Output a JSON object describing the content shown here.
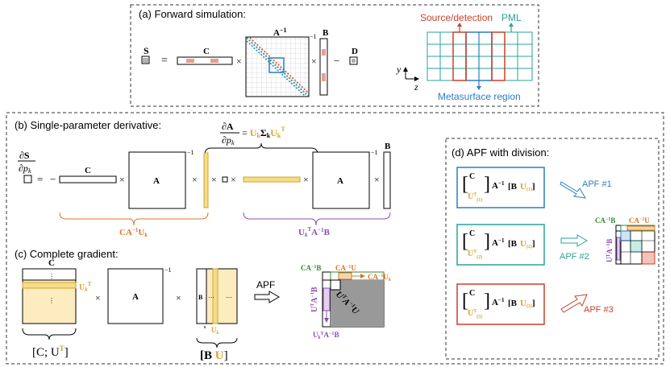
{
  "panel_a": {
    "title": "(a)   Forward simulation:",
    "S": "S",
    "eq": "=",
    "C": "C",
    "times": "×",
    "Ainv": "A",
    "inv_sup": "−1",
    "B": "B",
    "minus": "−",
    "D": "D",
    "source_label": "Source/detection",
    "pml_label": "PML",
    "meta_label": "Metasurface region",
    "axis_y": "y",
    "axis_z": "z"
  },
  "panel_b": {
    "title": "(b)   Single-parameter derivative:",
    "dS": "∂S",
    "dp": "∂p",
    "dA": "∂A",
    "dp2": "∂p",
    "k": "k",
    "deriv_rhs": "= U",
    "eq": "=",
    "minus": "−",
    "C": "C",
    "A": "A",
    "B": "B",
    "inv_sup": "−1",
    "times": "×",
    "bracket_left": "CA",
    "bracket_right": "U",
    "colors": {
      "orange": "#d9742b",
      "purple": "#8a4fb0",
      "gold": "#d7a52a"
    }
  },
  "panel_c": {
    "title": "(c)   Complete gradient:",
    "ukT": "U",
    "A": "A",
    "B": "B",
    "inv_sup": "−1",
    "times": "×",
    "Uk": "U",
    "bottom_left": "[C;  U",
    "bottom_left_T": "T",
    "bottom_left_close": "]",
    "bottom_right": "[B  ",
    "bottom_right_U": "U",
    "bottom_right_close": "]",
    "apf": "APF",
    "top_left_label": "CA",
    "top_right_label": "CA",
    "side_label": "CA",
    "vert_label": "U",
    "diag_label": "U",
    "bottom_label": "U"
  },
  "panel_d": {
    "title": "(d)   APF with division:",
    "rows": [
      {
        "C": "C",
        "U": "U",
        "sub": "(1)",
        "A": "A",
        "B": "[B",
        "Usub": "U",
        "close": "]",
        "apf": "APF #1"
      },
      {
        "C": "C",
        "U": "U",
        "sub": "(2)",
        "A": "A",
        "B": "[B",
        "Usub": "U",
        "close": "]",
        "apf": "APF #2"
      },
      {
        "C": "C",
        "U": "U",
        "sub": "(3)",
        "A": "A",
        "B": "[B",
        "Usub": "U",
        "close": "]",
        "apf": "APF #3"
      }
    ],
    "top_l": "CA",
    "top_r": "CA",
    "side": "U",
    "colors": {
      "row1": "#2a7fc0",
      "row2": "#2aa39a",
      "row3": "#c9402a"
    }
  }
}
